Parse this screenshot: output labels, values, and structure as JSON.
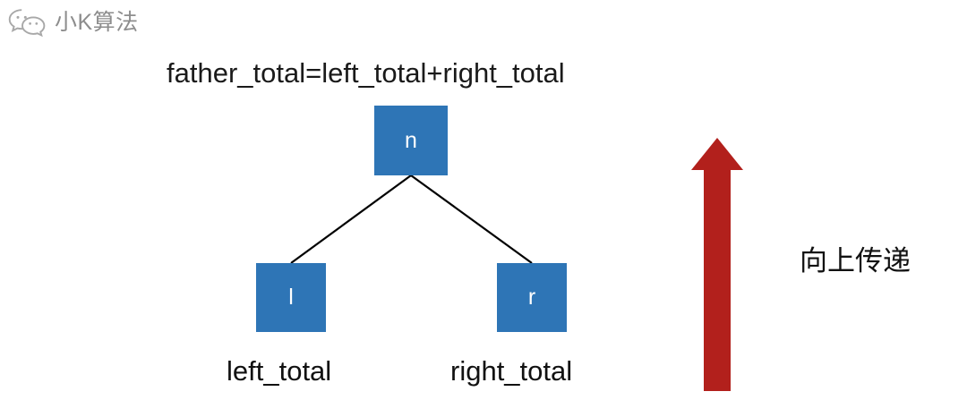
{
  "watermark": {
    "icon": "wechat-icon",
    "text": "小K算法",
    "color": "#8d8d8d"
  },
  "diagram": {
    "formula": "father_total=left_total+right_total",
    "nodes": [
      {
        "id": "root",
        "label": "n",
        "role": "father-node"
      },
      {
        "id": "left",
        "label": "l",
        "role": "left-child-node"
      },
      {
        "id": "right",
        "label": "r",
        "role": "right-child-node"
      }
    ],
    "leaf_labels": {
      "left": "left_total",
      "right": "right_total"
    },
    "edges": [
      {
        "from": "root",
        "to": "left"
      },
      {
        "from": "root",
        "to": "right"
      }
    ],
    "node_color": "#2E75B6",
    "node_text_color": "#ffffff",
    "edge_color": "#000000",
    "text_color": "#111111"
  },
  "annotation": {
    "arrow_direction": "up",
    "arrow_color": "#B2201C",
    "caption": "向上传递"
  }
}
